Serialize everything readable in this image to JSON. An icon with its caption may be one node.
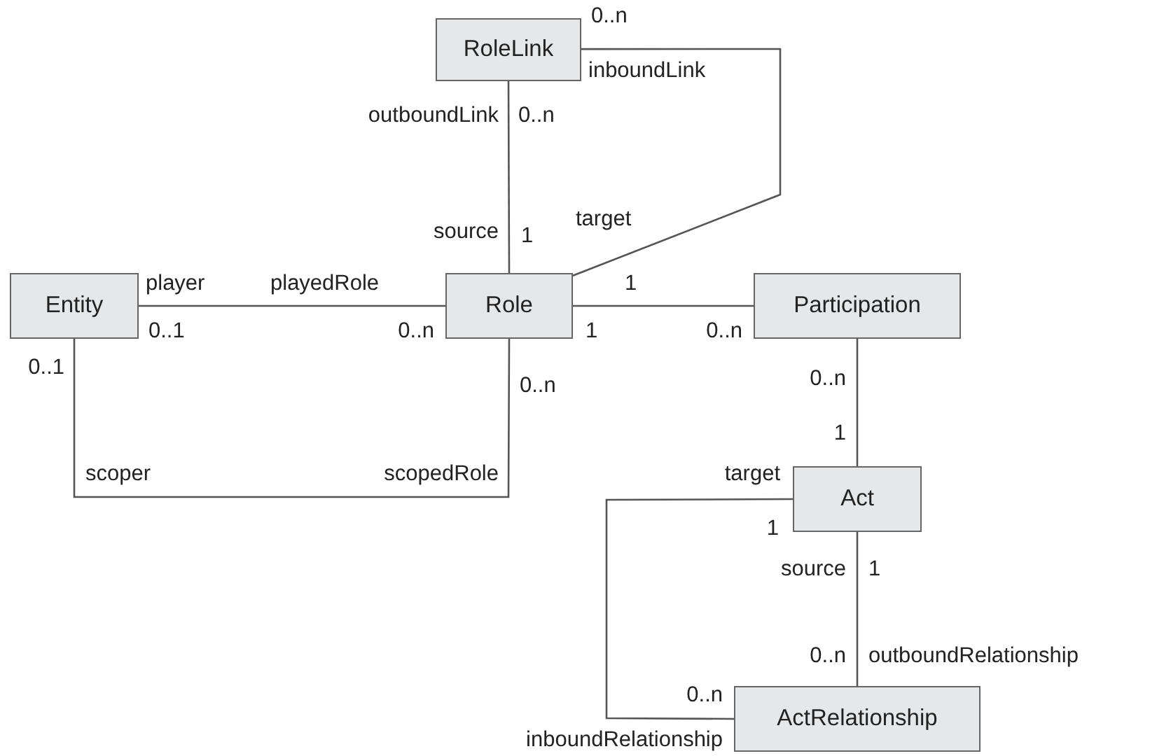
{
  "diagram": {
    "nodes": [
      {
        "text": [
          "RoleLink"
        ]
      },
      {
        "text": [
          "Entity"
        ]
      },
      {
        "text": [
          "Role"
        ]
      },
      {
        "text": [
          "Participation"
        ]
      },
      {
        "text": [
          "Act"
        ]
      },
      {
        "text": [
          "ActRelationship"
        ]
      }
    ],
    "edges": [
      {
        "from": 0,
        "to": 2,
        "arrow": "none"
      },
      {
        "from": 0,
        "to": 2,
        "arrow": "none"
      },
      {
        "from": 1,
        "to": 2,
        "arrow": "none"
      },
      {
        "from": 1,
        "to": 2,
        "arrow": "none"
      },
      {
        "from": 2,
        "to": 3,
        "arrow": "none"
      },
      {
        "from": 3,
        "to": 4,
        "arrow": "none"
      },
      {
        "from": 4,
        "to": 5,
        "arrow": "none"
      },
      {
        "from": 4,
        "to": 5,
        "arrow": "none"
      }
    ],
    "labels": [
      "0..n",
      "inboundLink",
      "outboundLink",
      "0..n",
      "target",
      "source",
      "1",
      "player",
      "playedRole",
      "1",
      "0..1",
      "0..n",
      "1",
      "0..n",
      "0..1",
      "0..n",
      "0..n",
      "1",
      "scoper",
      "scopedRole",
      "target",
      "1",
      "source",
      "1",
      "0..n",
      "outboundRelationship",
      "0..n",
      "inboundRelationship"
    ]
  }
}
